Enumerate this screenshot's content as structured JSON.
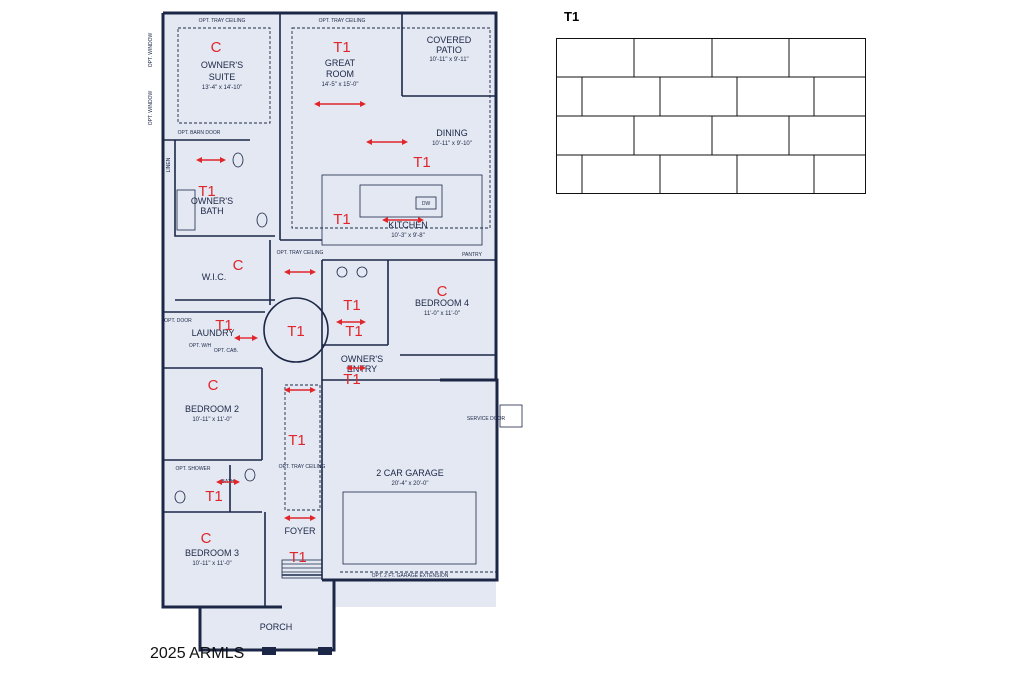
{
  "rooms": {
    "owners_suite": {
      "name1": "OWNER'S",
      "name2": "SUITE",
      "dim": "13'-4\" x 14'-10\""
    },
    "great_room": {
      "name1": "GREAT",
      "name2": "ROOM",
      "dim": "14'-5\" x 15'-0\""
    },
    "covered_patio": {
      "name1": "COVERED",
      "name2": "PATIO",
      "dim": "10'-11\" x 9'-11\""
    },
    "dining": {
      "name": "DINING",
      "dim": "10'-11\" x 9'-10\""
    },
    "kitchen": {
      "name": "KITCHEN",
      "dim": "10'-3\" x 9'-8\""
    },
    "owners_bath": {
      "name1": "OWNER'S",
      "name2": "BATH"
    },
    "wic": {
      "name": "W.I.C."
    },
    "bedroom4": {
      "name": "BEDROOM 4",
      "dim": "11'-0\" x 11'-0\""
    },
    "laundry": {
      "name": "LAUNDRY"
    },
    "bedroom2": {
      "name": "BEDROOM 2",
      "dim": "10'-11\" x 11'-0\""
    },
    "owners_entry": {
      "name1": "OWNER'S",
      "name2": "ENTRY"
    },
    "garage": {
      "name": "2 CAR GARAGE",
      "dim": "20'-4\" x 20'-0\""
    },
    "bedroom3": {
      "name": "BEDROOM 3",
      "dim": "10'-11\" x 11'-0\""
    },
    "foyer": {
      "name": "FOYER"
    },
    "porch": {
      "name": "PORCH"
    }
  },
  "notes": {
    "opt_tray_ceiling": "OPT. TRAY CEILING",
    "opt_window": "OPT. WINDOW",
    "barn_door": "OPT. BARN DOOR",
    "opt_door": "OPT. DOOR",
    "linen": "LINEN",
    "pantry": "PANTRY",
    "opt_shower": "OPT. SHOWER",
    "opt_cab": "OPT. CAB.",
    "opt_wh": "OPT. W/H",
    "bath": "BATH",
    "dw": "DW",
    "service_door": "SERVICE DOOR",
    "garage_extension": "OPT. 2 FT. GARAGE EXTENSION"
  },
  "flooring_marks": {
    "t1": "T1",
    "c": "C"
  },
  "legend": {
    "title": "T1",
    "tile_pattern": "offset brick running bond"
  },
  "copyright": "2025 ARMLS",
  "colors": {
    "floor_fill": "#e4e8f2",
    "wall": "#1c2747",
    "mark_red": "#e0262b"
  }
}
